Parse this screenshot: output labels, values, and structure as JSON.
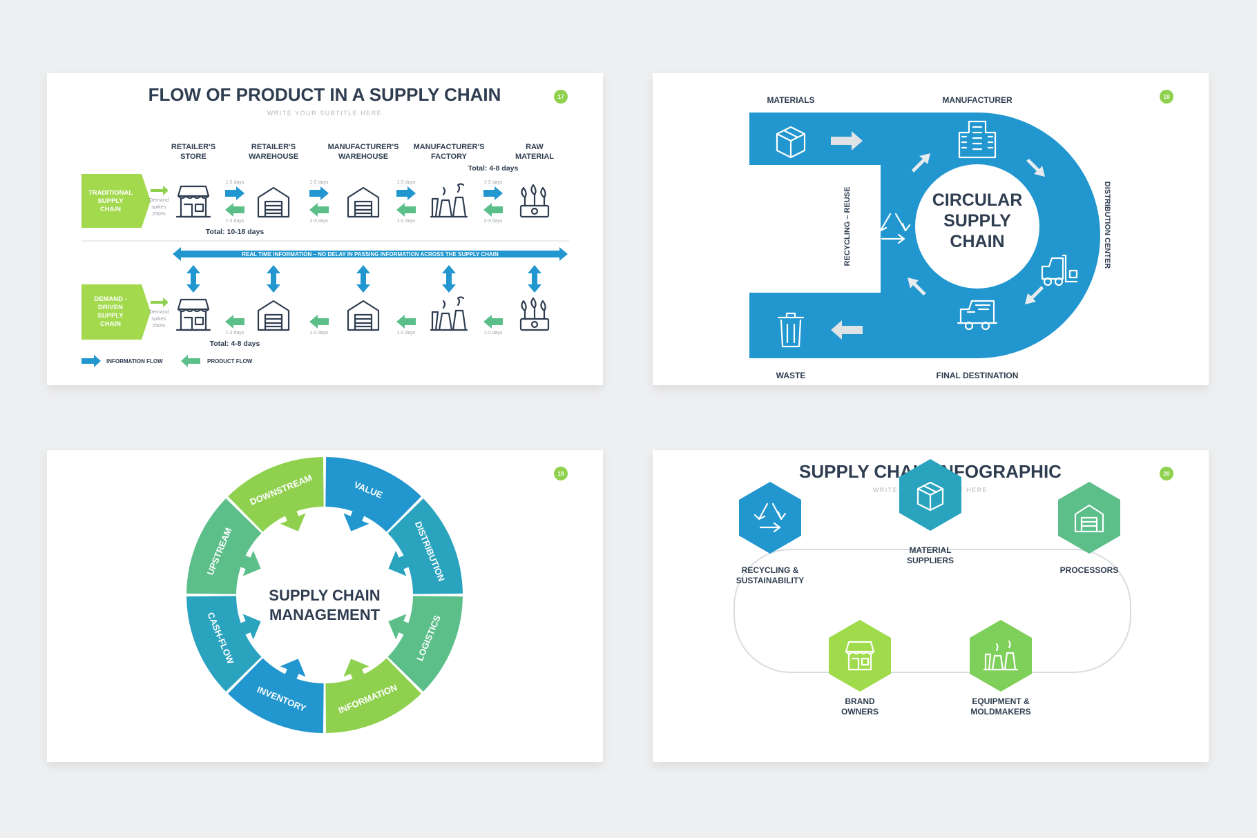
{
  "slide1": {
    "title": "FLOW OF PRODUCT IN A SUPPLY CHAIN",
    "subtitle": "WRITE YOUR SUBTITLE HERE",
    "page": "17",
    "columns": [
      [
        "RETAILER'S",
        "STORE"
      ],
      [
        "RETAILER'S",
        "WAREHOUSE"
      ],
      [
        "MANUFACTURER'S",
        "WAREHOUSE"
      ],
      [
        "MANUFACTURER'S",
        "FACTORY"
      ],
      [
        "RAW",
        "MATERIAL"
      ]
    ],
    "traditional_label": [
      "TRADITIONAL",
      "SUPPLY",
      "CHAIN"
    ],
    "demand_label": [
      "DEMAND -",
      "DRIVEN",
      "SUPPLY",
      "CHAIN"
    ],
    "demand_note": [
      "Demand",
      "spikes",
      "250%"
    ],
    "top_days": "1-2 days",
    "bottom_days_1": "1-2 days",
    "bottom_days_2": "2-3 days",
    "total_top": "Total: 4-8 days",
    "total_traditional": "Total: 10-18 days",
    "banner": "REAL TIME INFORMATION – NO DELAY IN PASSING INFORMATION ACROSS THE SUPPLY CHAIN",
    "total_demand": "Total: 4-8 days",
    "legend_info": "INFORMATION FLOW",
    "legend_product": "PRODUCT FLOW",
    "colors": {
      "blue": "#2196cf",
      "green": "#5cbf8a",
      "lime": "#a3d94d"
    }
  },
  "slide2": {
    "page": "18",
    "center": [
      "CIRCULAR",
      "SUPPLY",
      "CHAIN"
    ],
    "materials": "MATERIALS",
    "manufacturer": "MANUFACTURER",
    "distribution": "DISTRIBUTION CENTER",
    "final": "FINAL DESTINATION",
    "waste": "WASTE",
    "recycling": "RECYCLING – REUSE",
    "icons": [
      "box-icon",
      "factory-icon",
      "forklift-icon",
      "truck-icon",
      "trash-icon",
      "recycle-icon"
    ]
  },
  "slide3": {
    "page": "19",
    "center": [
      "SUPPLY CHAIN",
      "MANAGEMENT"
    ],
    "segments": [
      "VALUE",
      "DISTRIBUTION",
      "LOGISTICS",
      "INFORMATION",
      "INVENTORY",
      "CASH-FLOW",
      "UPSTREAM",
      "DOWNSTREAM"
    ],
    "colors": [
      "#2196cf",
      "#2aa3bf",
      "#5cbf8a",
      "#8fd14f",
      "#2196cf",
      "#2aa3bf",
      "#5cbf8a",
      "#8fd14f"
    ]
  },
  "slide4": {
    "title": "SUPPLY CHAIN INFOGRAPHIC",
    "subtitle": "WRITE YOUR SUBTITLE HERE",
    "page": "20",
    "nodes": [
      {
        "label": [
          "RECYCLING &",
          "SUSTAINABILITY"
        ],
        "color": "#2196cf",
        "icon": "recycle-icon"
      },
      {
        "label": [
          "MATERIAL",
          "SUPPLIERS"
        ],
        "color": "#2aa3bf",
        "icon": "box-icon"
      },
      {
        "label": [
          "PROCESSORS"
        ],
        "color": "#5cbf8a",
        "icon": "warehouse-icon"
      },
      {
        "label": [
          "BRAND",
          "OWNERS"
        ],
        "color": "#9fdb4b",
        "icon": "store-icon"
      },
      {
        "label": [
          "EQUIPMENT &",
          "MOLDMAKERS"
        ],
        "color": "#7fd05a",
        "icon": "factory-icon"
      }
    ]
  }
}
